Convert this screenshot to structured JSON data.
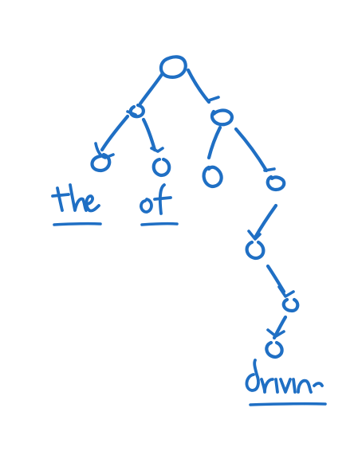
{
  "colors": {
    "ink": "#1f6fc4",
    "background": "#ffffff"
  },
  "tree": {
    "nodes": [
      {
        "id": "root"
      },
      {
        "id": "left-child"
      },
      {
        "id": "right-child"
      },
      {
        "id": "leaf-the"
      },
      {
        "id": "leaf-of"
      },
      {
        "id": "leaf-mid"
      },
      {
        "id": "branch-1"
      },
      {
        "id": "branch-2"
      },
      {
        "id": "branch-3"
      },
      {
        "id": "leaf-driving"
      }
    ],
    "edges": [
      {
        "from": "root",
        "to": "left-child"
      },
      {
        "from": "root",
        "to": "right-child"
      },
      {
        "from": "left-child",
        "to": "leaf-the"
      },
      {
        "from": "left-child",
        "to": "leaf-of"
      },
      {
        "from": "right-child",
        "to": "leaf-mid"
      },
      {
        "from": "right-child",
        "to": "branch-1"
      },
      {
        "from": "branch-1",
        "to": "branch-2"
      },
      {
        "from": "branch-2",
        "to": "branch-3"
      },
      {
        "from": "branch-3",
        "to": "leaf-driving"
      }
    ]
  },
  "labels": {
    "the": "the",
    "of": "of",
    "driving": "driving"
  }
}
